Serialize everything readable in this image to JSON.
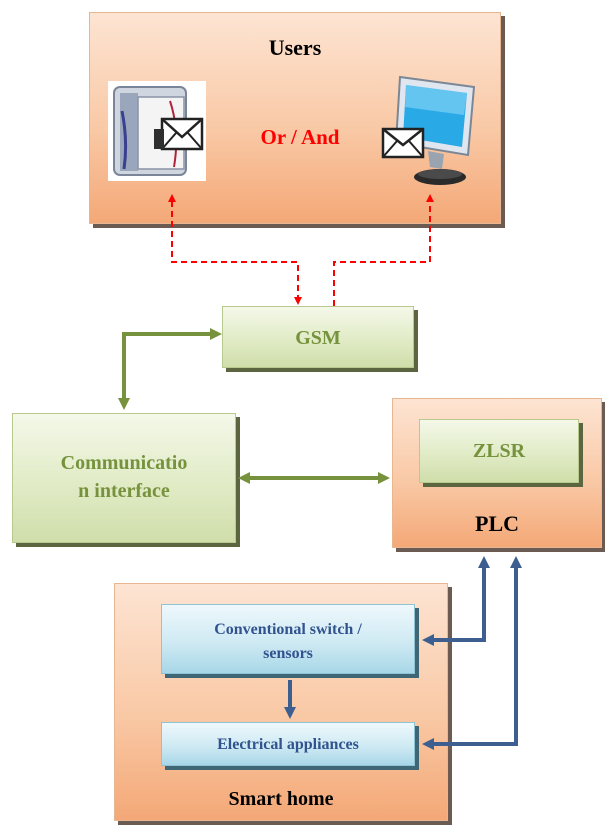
{
  "users": {
    "title": "Users",
    "connector": "Or / And"
  },
  "gsm": {
    "label": "GSM"
  },
  "comm": {
    "line1": "Communicatio",
    "line2": "n interface"
  },
  "plc": {
    "inner": "ZLSR",
    "title": "PLC"
  },
  "home": {
    "switch_line1": "Conventional switch /",
    "switch_line2": "sensors",
    "appliances": "Electrical appliances",
    "title": "Smart home"
  },
  "colors": {
    "red_arrow": "#ff0000",
    "green_arrow": "#76923c",
    "blue_arrow": "#3d5f8f"
  },
  "icons": [
    "fax-mail-icon",
    "envelope-icon",
    "computer-monitor-icon"
  ]
}
